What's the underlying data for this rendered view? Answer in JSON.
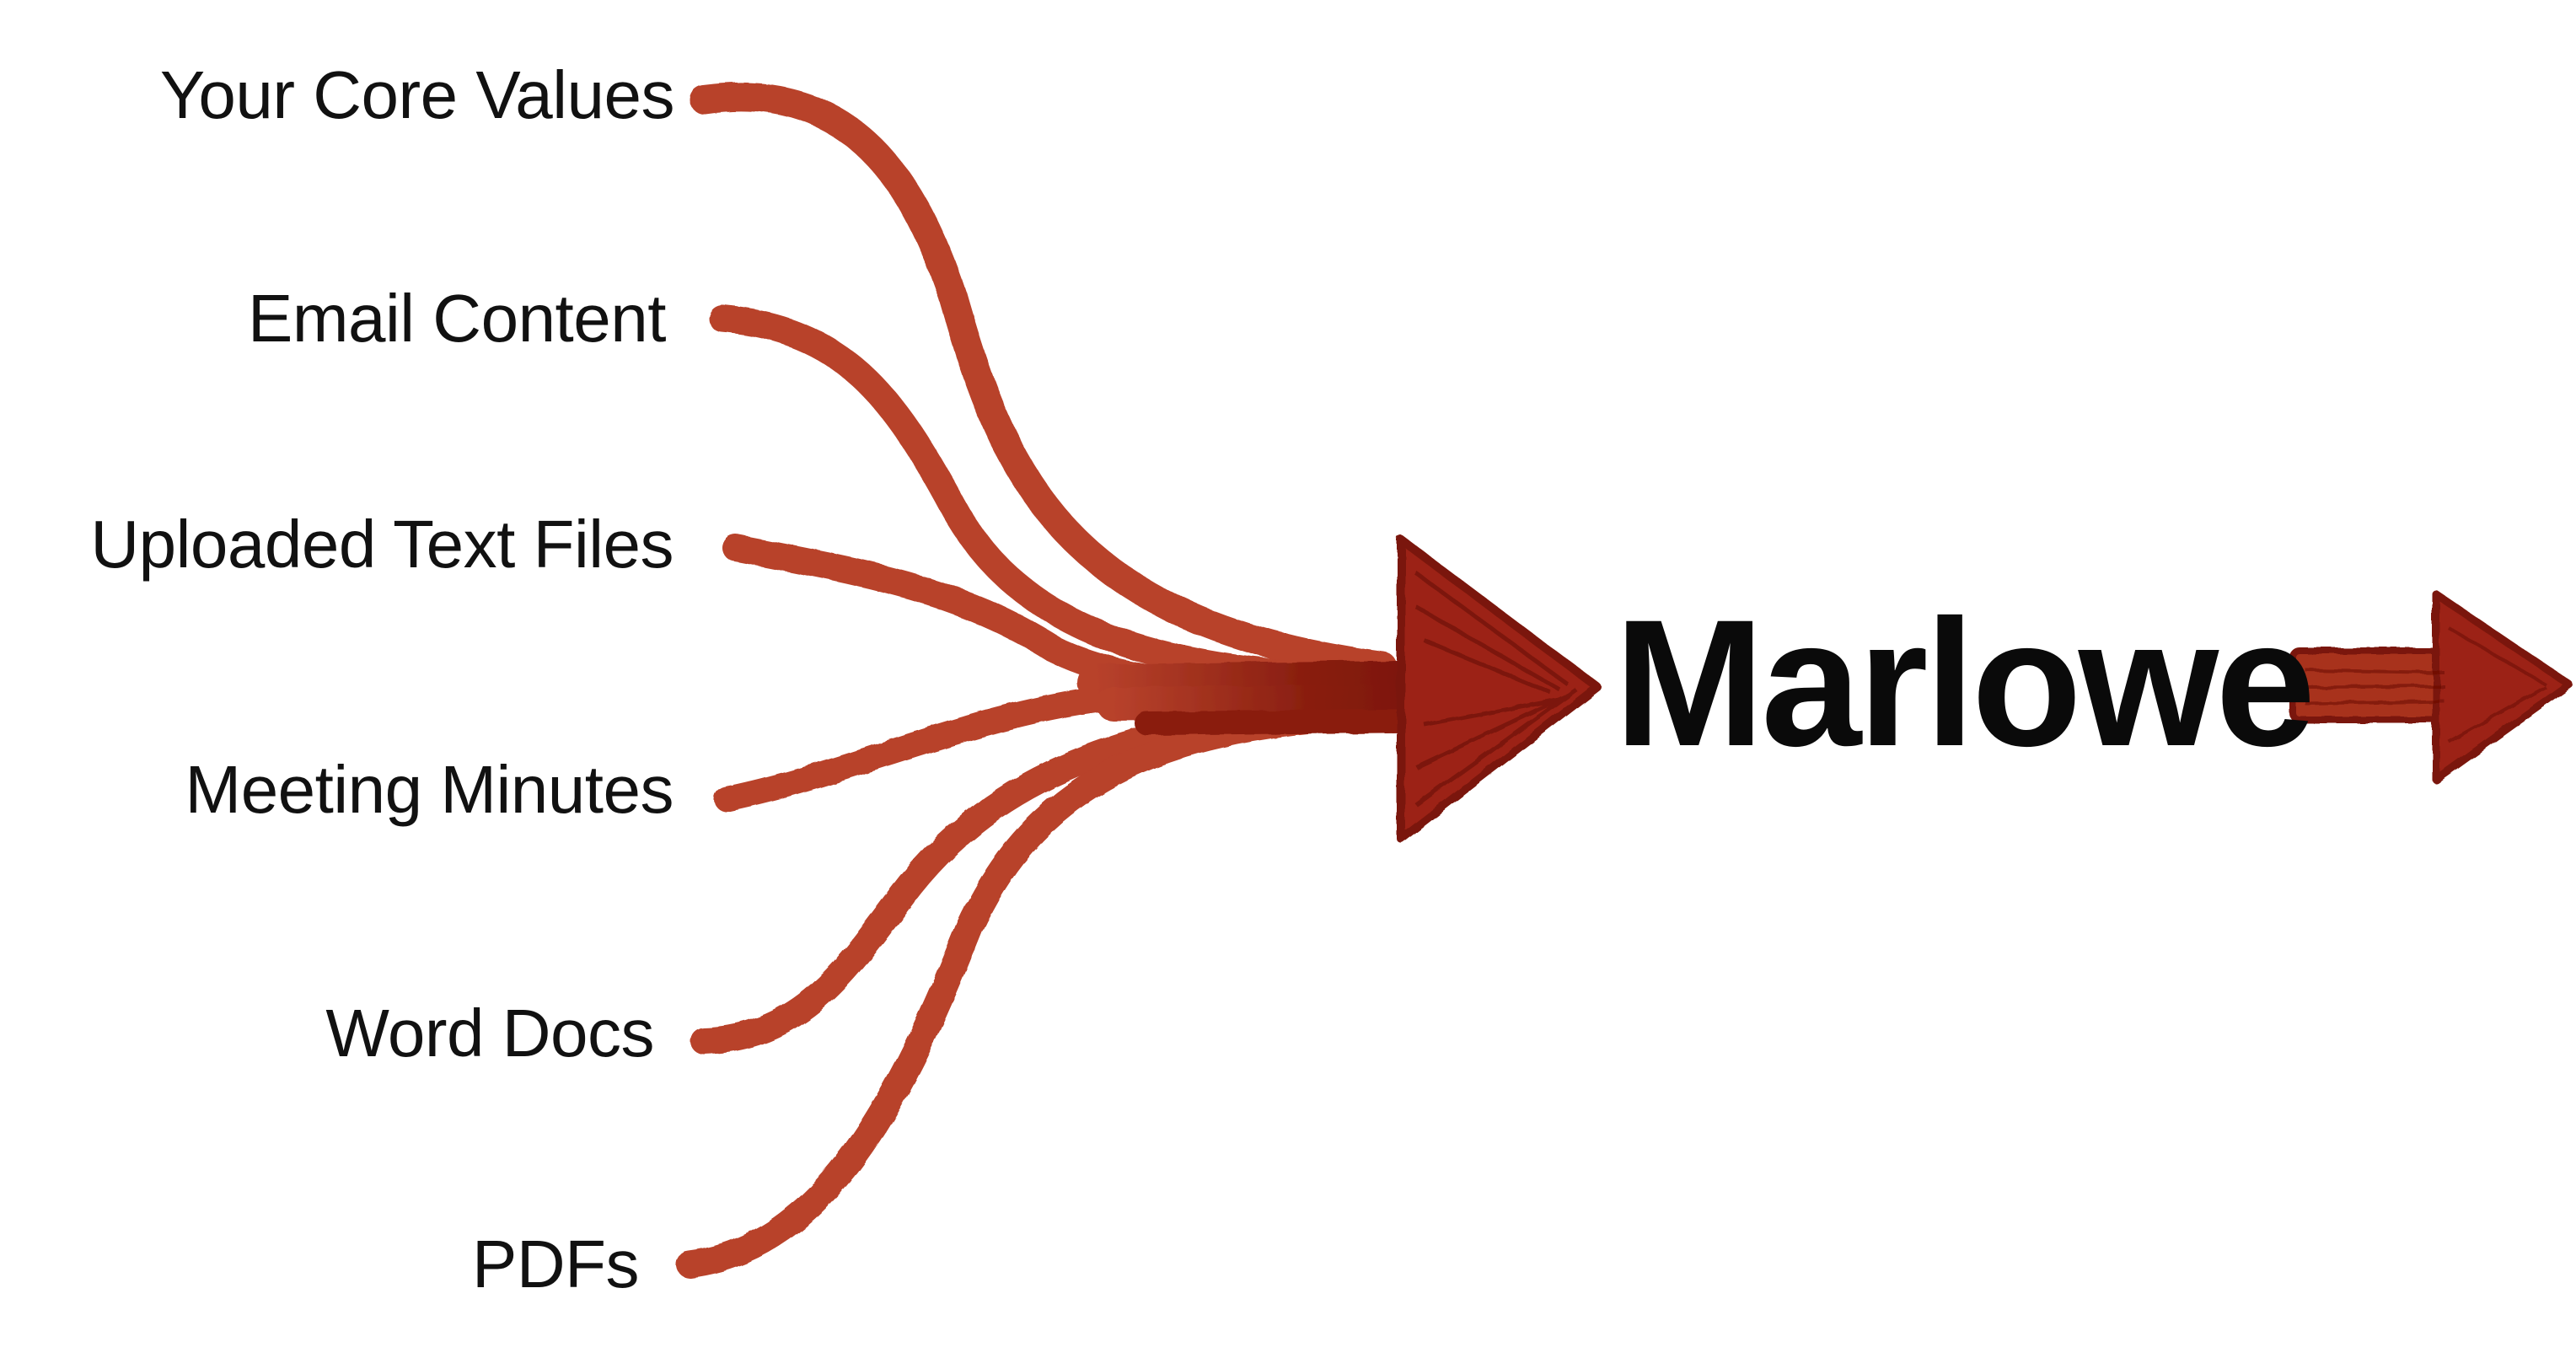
{
  "diagram": {
    "sources": [
      {
        "id": "core-values",
        "label": "Your Core Values"
      },
      {
        "id": "email-content",
        "label": "Email Content"
      },
      {
        "id": "uploaded-text-files",
        "label": "Uploaded Text Files"
      },
      {
        "id": "meeting-minutes",
        "label": "Meeting Minutes"
      },
      {
        "id": "word-docs",
        "label": "Word Docs"
      },
      {
        "id": "pdfs",
        "label": "PDFs"
      }
    ],
    "target": {
      "label": "Marlowe"
    },
    "colors": {
      "arrow": "#b8422c",
      "arrow_dark": "#7a1408",
      "text": "#111111"
    }
  }
}
